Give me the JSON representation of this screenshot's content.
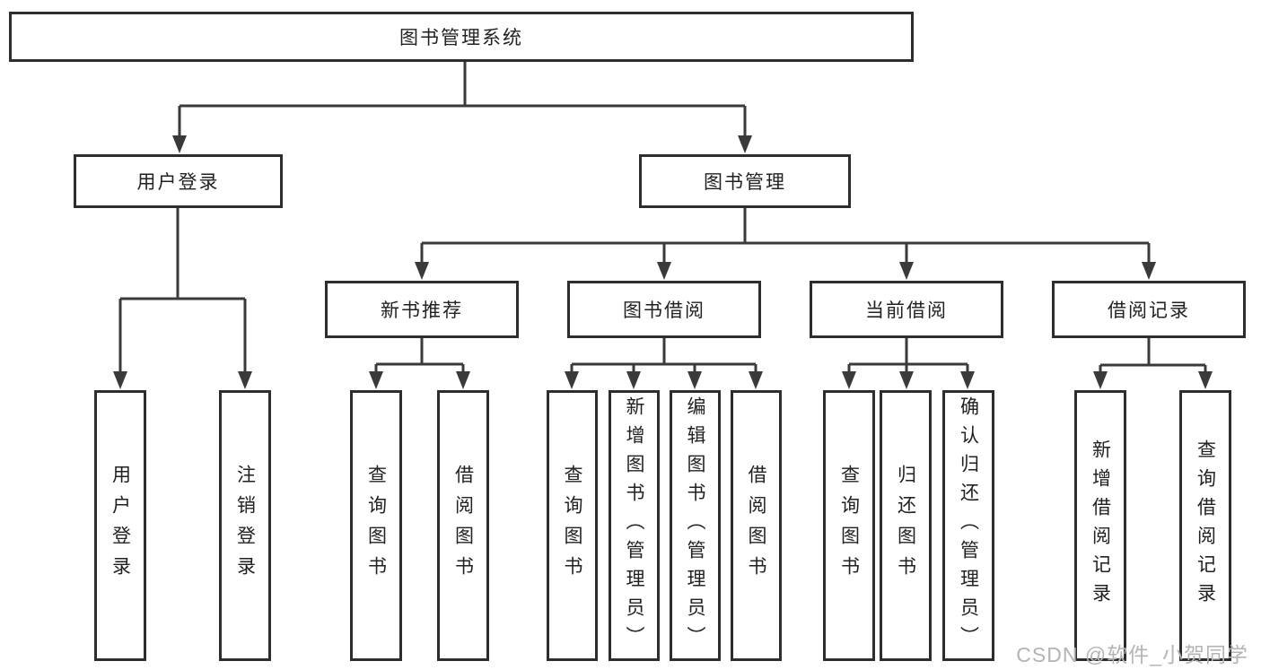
{
  "tree": {
    "root": "图书管理系统",
    "branches": [
      {
        "label": "用户登录",
        "children": [
          "用户登录",
          "注销登录"
        ]
      },
      {
        "label": "图书管理",
        "children": [
          {
            "label": "新书推荐",
            "children": [
              "查询图书",
              "借阅图书"
            ]
          },
          {
            "label": "图书借阅",
            "children": [
              "查询图书",
              "新增图书（管理员）",
              "编辑图书（管理员）",
              "借阅图书"
            ]
          },
          {
            "label": "当前借阅",
            "children": [
              "查询图书",
              "归还图书",
              "确认归还（管理员）"
            ]
          },
          {
            "label": "借阅记录",
            "children": [
              "新增借阅记录",
              "查询借阅记录"
            ]
          }
        ]
      }
    ]
  },
  "watermark": {
    "text": "CSDN @软件_小贺同学"
  },
  "colors": {
    "line": "#3a3a3a",
    "box_border": "#2d2d2d",
    "box_fill": "#ffffff",
    "text": "#212121",
    "watermark": "#b4b4b4",
    "background": "#ffffff"
  }
}
